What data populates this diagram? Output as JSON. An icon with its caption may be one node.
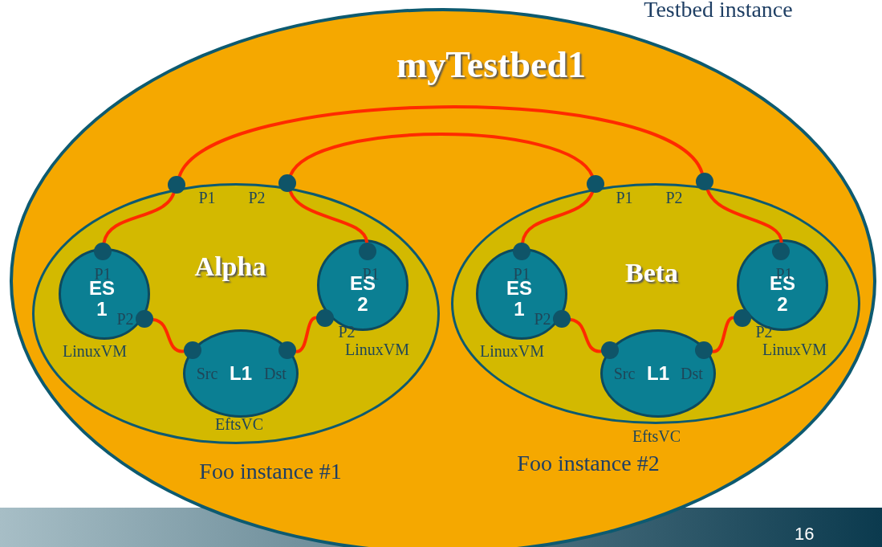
{
  "diagram": {
    "nodes": [
      {
        "text": [
          "myTestbed1"
        ],
        "beside": [
          "Testbed instance"
        ]
      },
      {
        "text": [
          "Alpha"
        ],
        "in": 0,
        "beside": [
          "Foo instance #1"
        ]
      },
      {
        "text": [],
        "shape": "circle",
        "in": 0,
        "beside": [
          "P1"
        ]
      },
      {
        "text": [],
        "shape": "circle",
        "in": 0,
        "beside": [
          "P2"
        ]
      },
      {
        "text": [
          "ES 1"
        ],
        "in": 1,
        "beside": [
          "LinuxVM"
        ]
      },
      {
        "text": [],
        "shape": "circle",
        "in": 4,
        "beside": [
          "P1"
        ]
      },
      {
        "text": [],
        "shape": "circle",
        "in": 4,
        "beside": [
          "P2"
        ]
      },
      {
        "text": [
          "ES 2"
        ],
        "in": 1,
        "beside": [
          "LinuxVM"
        ]
      },
      {
        "text": [],
        "shape": "circle",
        "in": 7,
        "beside": [
          "P1"
        ]
      },
      {
        "text": [],
        "shape": "circle",
        "in": 7,
        "beside": [
          "P2"
        ]
      },
      {
        "text": [
          "L1"
        ],
        "in": 1,
        "beside": [
          "EftsVC"
        ]
      },
      {
        "text": [],
        "shape": "circle",
        "in": 10,
        "beside": [
          "Src"
        ]
      },
      {
        "text": [],
        "shape": "circle",
        "in": 10,
        "beside": [
          "Dst"
        ]
      },
      {
        "text": [
          "Beta"
        ],
        "in": 0,
        "beside": [
          "Foo instance #2"
        ]
      },
      {
        "text": [],
        "shape": "circle",
        "in": 0,
        "beside": [
          "P1"
        ]
      },
      {
        "text": [],
        "shape": "circle",
        "in": 0,
        "beside": [
          "P2"
        ]
      },
      {
        "text": [
          "ES 1"
        ],
        "in": 13,
        "beside": [
          "LinuxVM"
        ]
      },
      {
        "text": [],
        "shape": "circle",
        "in": 16,
        "beside": [
          "P1"
        ]
      },
      {
        "text": [],
        "shape": "circle",
        "in": 16,
        "beside": [
          "P2"
        ]
      },
      {
        "text": [
          "ES 2"
        ],
        "in": 13,
        "beside": [
          "LinuxVM"
        ]
      },
      {
        "text": [],
        "shape": "circle",
        "in": 19,
        "beside": [
          "P1"
        ]
      },
      {
        "text": [],
        "shape": "circle",
        "in": 19,
        "beside": [
          "P2"
        ]
      },
      {
        "text": [
          "L1"
        ],
        "in": 13,
        "beside": [
          "EftsVC"
        ]
      },
      {
        "text": [],
        "shape": "circle",
        "in": 22,
        "beside": [
          "Src"
        ]
      },
      {
        "text": [],
        "shape": "circle",
        "in": 22,
        "beside": [
          "Dst"
        ]
      }
    ],
    "edges": [
      {
        "from": 2,
        "to": 15,
        "arrow": "none"
      },
      {
        "from": 3,
        "to": 14,
        "arrow": "none"
      },
      {
        "from": 2,
        "to": 5,
        "arrow": "none"
      },
      {
        "from": 3,
        "to": 8,
        "arrow": "none"
      },
      {
        "from": 6,
        "to": 11,
        "arrow": "none"
      },
      {
        "from": 12,
        "to": 9,
        "arrow": "none"
      },
      {
        "from": 14,
        "to": 17,
        "arrow": "none"
      },
      {
        "from": 15,
        "to": 20,
        "arrow": "none"
      },
      {
        "from": 18,
        "to": 23,
        "arrow": "none"
      },
      {
        "from": 24,
        "to": 21,
        "arrow": "none"
      }
    ],
    "labels": [
      "16"
    ]
  }
}
